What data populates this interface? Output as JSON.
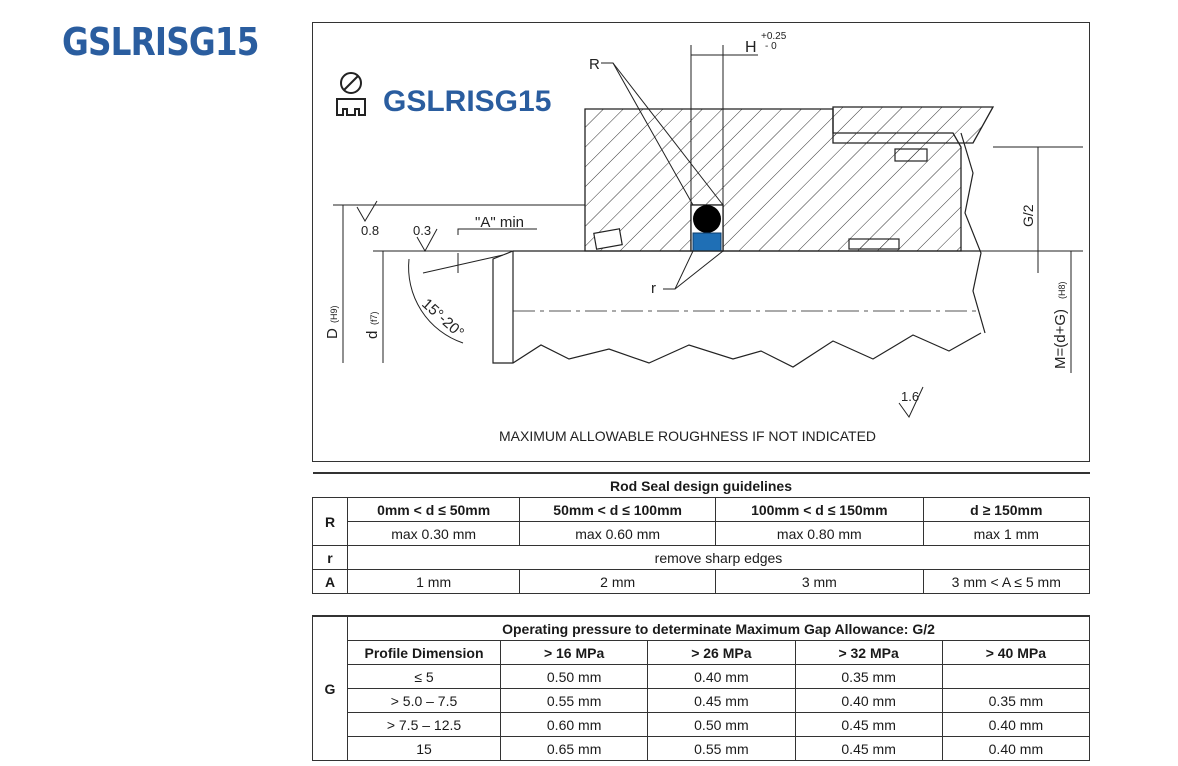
{
  "page_title": "GSLRISG15",
  "drawing": {
    "logo_text": "GSLRISG15",
    "label_R": "R",
    "label_r": "r",
    "label_H": "H",
    "tol_upper": "+0.25",
    "tol_lower": "- 0",
    "rough_08": "0.8",
    "rough_03": "0.3",
    "rough_16": "1.6",
    "a_min": "\"A\" min",
    "angle": "15°-20°",
    "dim_D": "D",
    "dim_D_sub": "(H9)",
    "dim_d": "d",
    "dim_d_sub": "(f7)",
    "dim_G2": "G/2",
    "dim_M": "M=(d+G)",
    "dim_M_sub": "(H8)",
    "note": "MAXIMUM ALLOWABLE ROUGHNESS IF NOT INDICATED"
  },
  "colors": {
    "title_blue": "#2a5d9f",
    "seal_blue": "#1f6fb5",
    "seal_black": "#000000"
  },
  "rod_table": {
    "title": "Rod Seal design guidelines",
    "ranges": [
      "0mm < d ≤ 50mm",
      "50mm < d ≤ 100mm",
      "100mm < d ≤ 150mm",
      "d ≥ 150mm"
    ],
    "rows": [
      {
        "label": "R",
        "values": [
          "max 0.30 mm",
          "max 0.60 mm",
          "max 0.80 mm",
          "max 1 mm"
        ]
      },
      {
        "label": "r",
        "span_value": "remove sharp edges"
      },
      {
        "label": "A",
        "values": [
          "1 mm",
          "2 mm",
          "3 mm",
          "3 mm < A ≤ 5 mm"
        ]
      }
    ]
  },
  "gap_table": {
    "label": "G",
    "title": "Operating pressure to determinate Maximum Gap Allowance: G/2",
    "headers": [
      "Profile Dimension",
      "> 16 MPa",
      "> 26 MPa",
      "> 32 MPa",
      "> 40 MPa"
    ],
    "rows": [
      [
        "≤ 5",
        "0.50 mm",
        "0.40 mm",
        "0.35 mm",
        ""
      ],
      [
        "> 5.0 – 7.5",
        "0.55 mm",
        "0.45 mm",
        "0.40 mm",
        "0.35 mm"
      ],
      [
        "> 7.5 – 12.5",
        "0.60 mm",
        "0.50 mm",
        "0.45 mm",
        "0.40 mm"
      ],
      [
        "15",
        "0.65 mm",
        "0.55 mm",
        "0.45 mm",
        "0.40 mm"
      ]
    ]
  }
}
